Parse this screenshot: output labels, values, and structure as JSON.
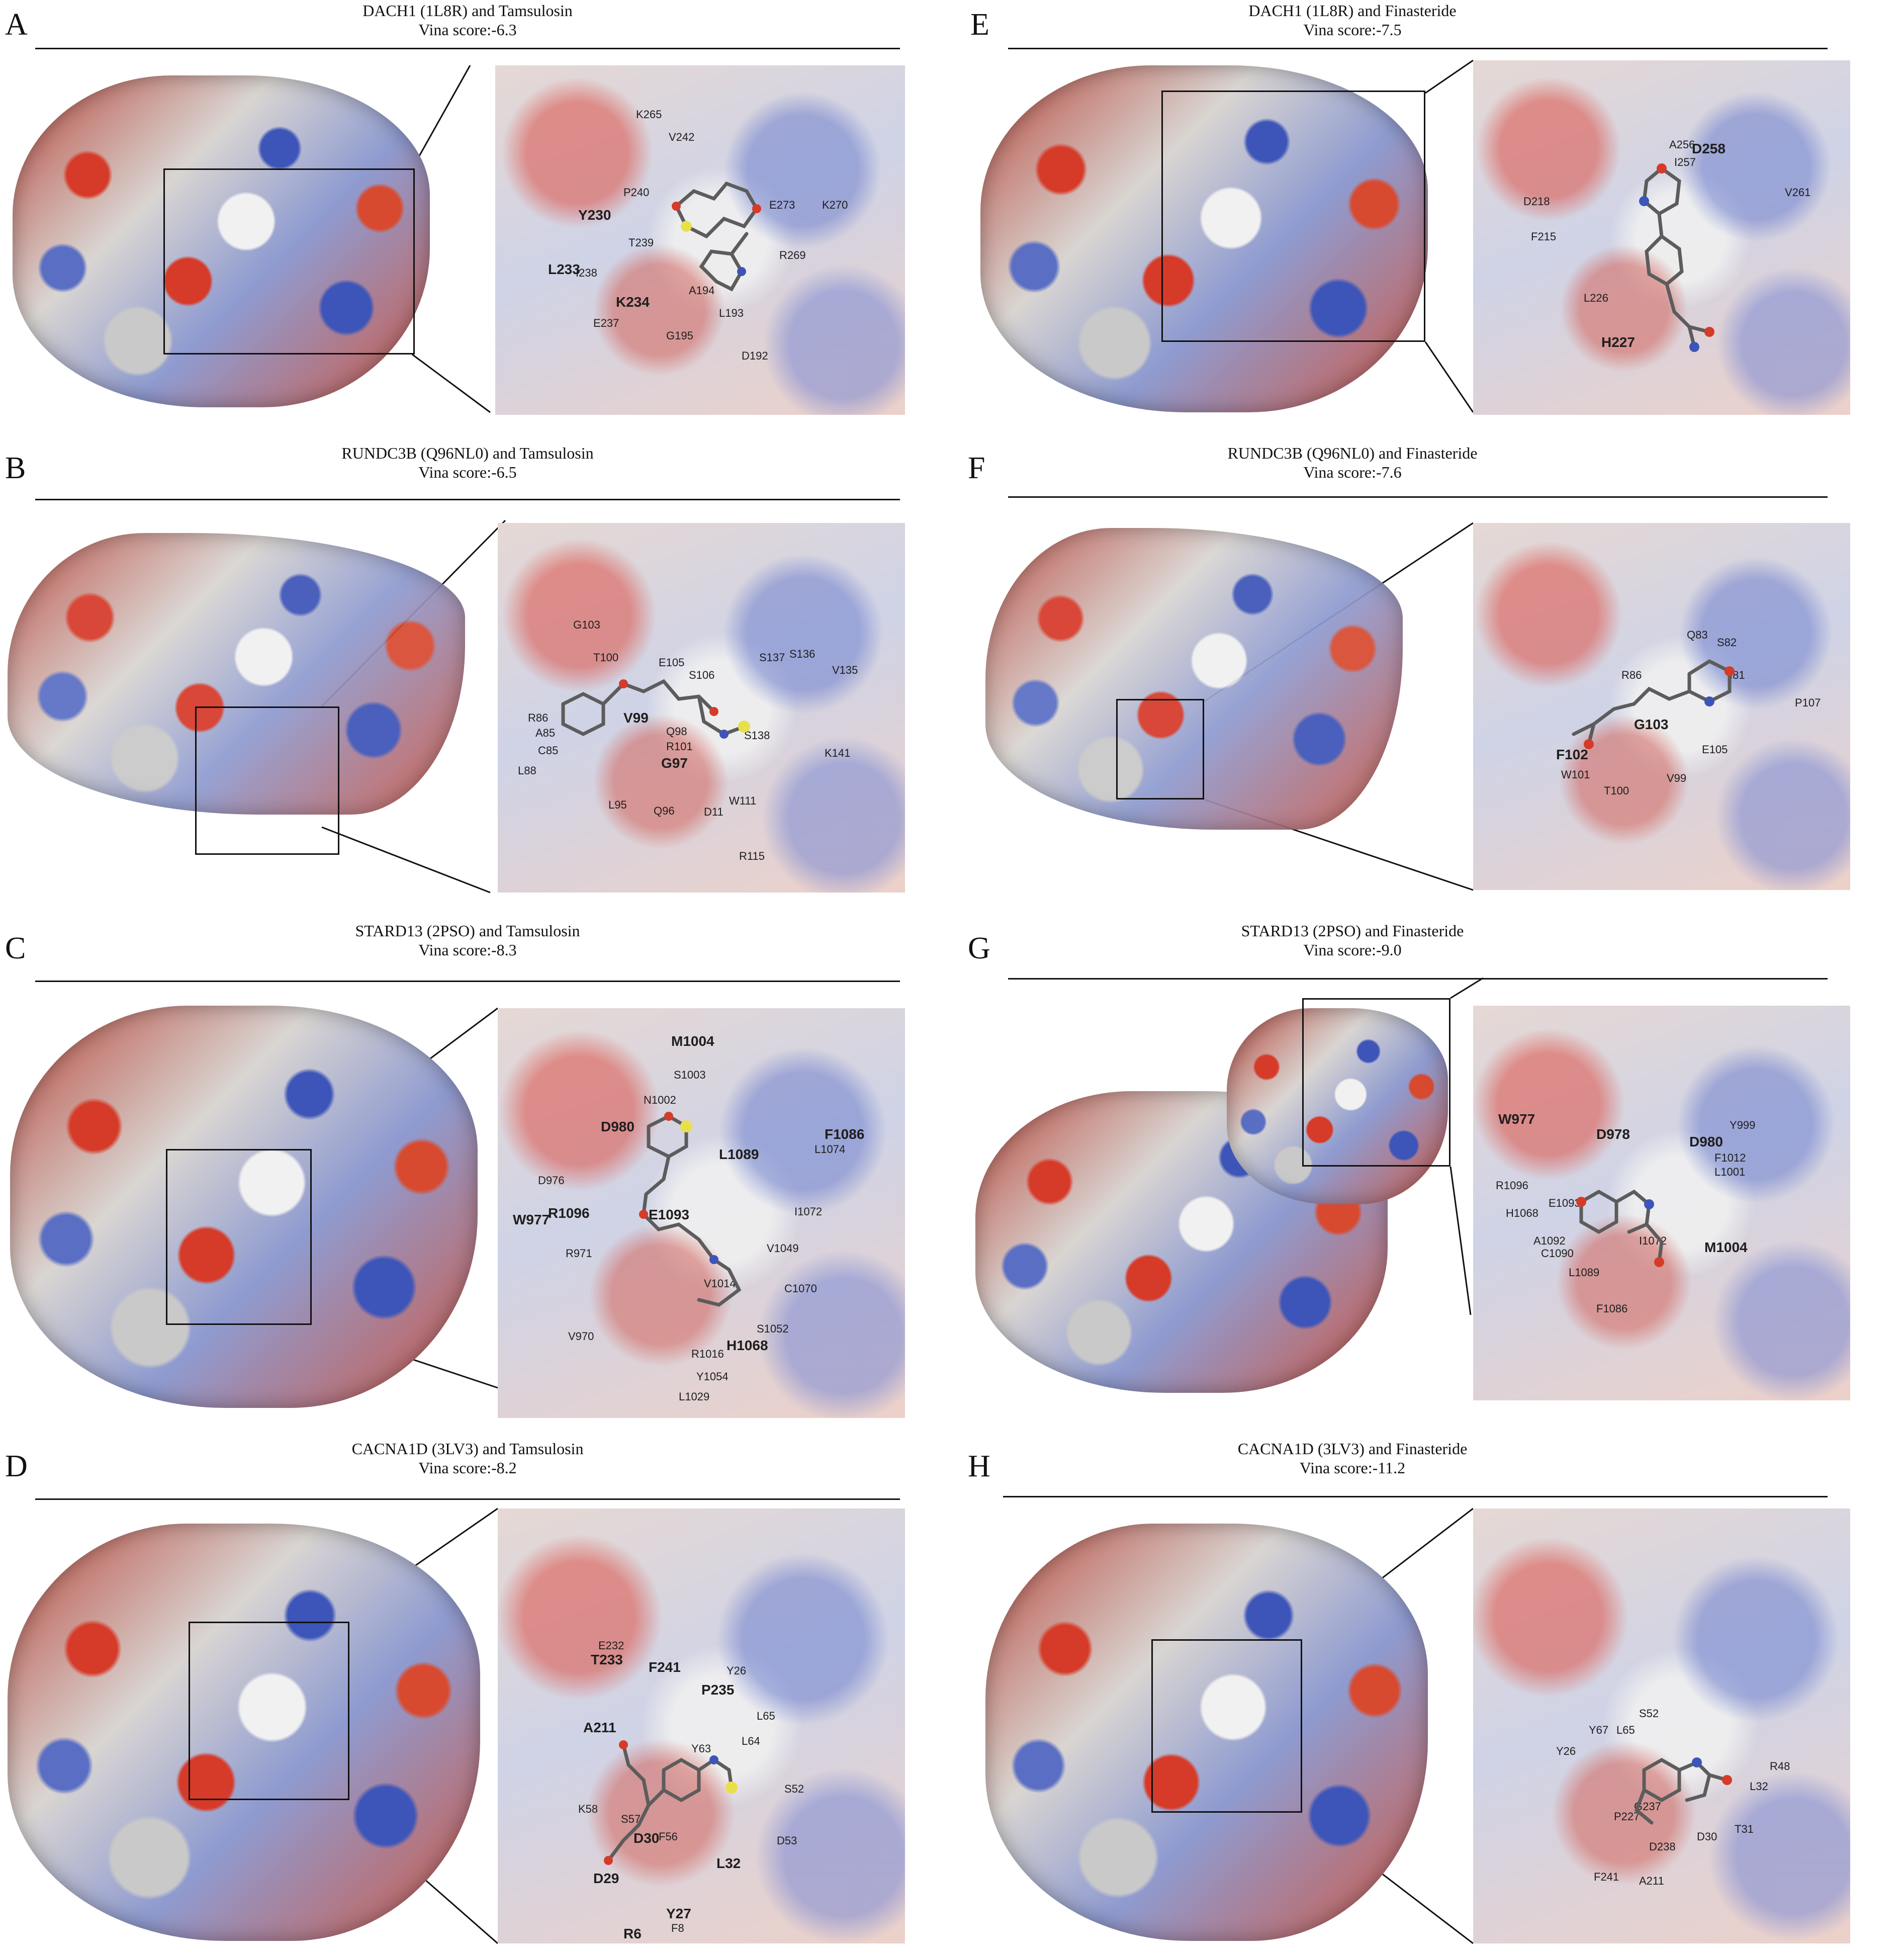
{
  "panels": [
    {
      "letter": "A",
      "title": "DACH1 (1L8R) and Tamsulosin",
      "score": "Vina score:-6.3",
      "residues": [
        "K265",
        "V242",
        "P240",
        "Y230",
        "T239",
        "E273",
        "K270",
        "R269",
        "L233",
        "I238",
        "K234",
        "A194",
        "L193",
        "E237",
        "G195",
        "D192"
      ]
    },
    {
      "letter": "B",
      "title": "RUNDC3B (Q96NL0) and Tamsulosin",
      "score": "Vina score:-6.5",
      "residues": [
        "G103",
        "T100",
        "E105",
        "S106",
        "S137",
        "S136",
        "V135",
        "R86",
        "A85",
        "C85",
        "L88",
        "V99",
        "Q98",
        "R101",
        "G97",
        "S138",
        "K141",
        "L95",
        "Q96",
        "D11",
        "W111",
        "R115"
      ]
    },
    {
      "letter": "C",
      "title": "STARD13 (2PSO) and Tamsulosin",
      "score": "Vina score:-8.3",
      "residues": [
        "M1004",
        "S1003",
        "N1002",
        "D980",
        "L1089",
        "F1086",
        "L1074",
        "D976",
        "R1096",
        "W977",
        "E1093",
        "I1072",
        "R971",
        "V1049",
        "V1014",
        "C1070",
        "V970",
        "S1052",
        "H1068",
        "R1016",
        "Y1054",
        "L1029"
      ]
    },
    {
      "letter": "D",
      "title": "CACNA1D (3LV3) and Tamsulosin",
      "score": "Vina score:-8.2",
      "residues": [
        "E232",
        "T233",
        "F241",
        "Y26",
        "P235",
        "L65",
        "A211",
        "L64",
        "Y63",
        "S52",
        "K58",
        "S57",
        "D30",
        "F56",
        "D53",
        "L32",
        "D29",
        "Y27",
        "R6",
        "F8"
      ]
    },
    {
      "letter": "E",
      "title": "DACH1 (1L8R) and Finasteride",
      "score": "Vina score:-7.5",
      "residues": [
        "A256",
        "D258",
        "I257",
        "V261",
        "D218",
        "F215",
        "L226",
        "H227"
      ]
    },
    {
      "letter": "F",
      "title": "RUNDC3B (Q96NL0) and Finasteride",
      "score": "Vina score:-7.6",
      "residues": [
        "Q83",
        "S82",
        "I81",
        "R86",
        "G103",
        "P107",
        "F102",
        "W101",
        "E105",
        "V99",
        "T100"
      ]
    },
    {
      "letter": "G",
      "title": "STARD13 (2PSO) and Finasteride",
      "score": "Vina score:-9.0",
      "residues": [
        "W977",
        "Y999",
        "D978",
        "D980",
        "F1012",
        "L1001",
        "R1096",
        "E1093",
        "H1068",
        "A1092",
        "C1090",
        "I1072",
        "L1089",
        "M1004",
        "F1086"
      ]
    },
    {
      "letter": "H",
      "title": "CACNA1D (3LV3) and Finasteride",
      "score": "Vina score:-11.2",
      "residues": [
        "S52",
        "Y67",
        "L65",
        "Y26",
        "R48",
        "L32",
        "G237",
        "P227",
        "T31",
        "D238",
        "D30",
        "F241",
        "A211"
      ]
    }
  ],
  "colors": {
    "negative": "#d63a28",
    "positive": "#3d55b8",
    "neutral": "#e8e8e8",
    "sulfur": "#e8e04a",
    "ligand": "#5c5c5c"
  },
  "icons": {
    "ligand": "ball-and-stick-molecule"
  }
}
